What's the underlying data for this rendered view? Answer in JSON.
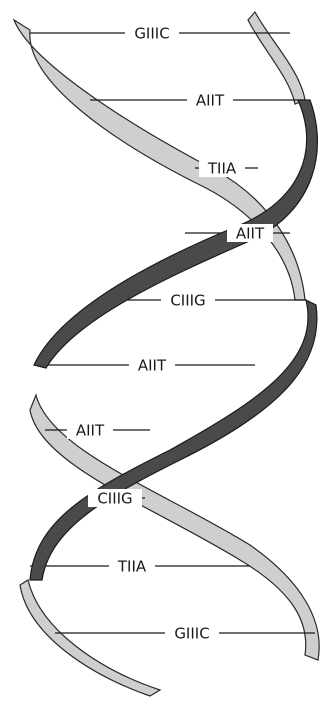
{
  "diagram": {
    "colors": {
      "light_strand": "#cfcfcf",
      "dark_strand": "#4a4a4a",
      "outline": "#1a1a1a",
      "background": "#ffffff"
    },
    "base_pairs": [
      {
        "left": "G",
        "bond": "III",
        "right": "C"
      },
      {
        "left": "A",
        "bond": "II",
        "right": "T"
      },
      {
        "left": "T",
        "bond": "II",
        "right": "A"
      },
      {
        "left": "A",
        "bond": "II",
        "right": "T"
      },
      {
        "left": "C",
        "bond": "III",
        "right": "G"
      },
      {
        "left": "A",
        "bond": "II",
        "right": "T"
      },
      {
        "left": "A",
        "bond": "II",
        "right": "T"
      },
      {
        "left": "C",
        "bond": "III",
        "right": "G"
      },
      {
        "left": "T",
        "bond": "II",
        "right": "A"
      },
      {
        "left": "G",
        "bond": "III",
        "right": "C"
      }
    ]
  }
}
